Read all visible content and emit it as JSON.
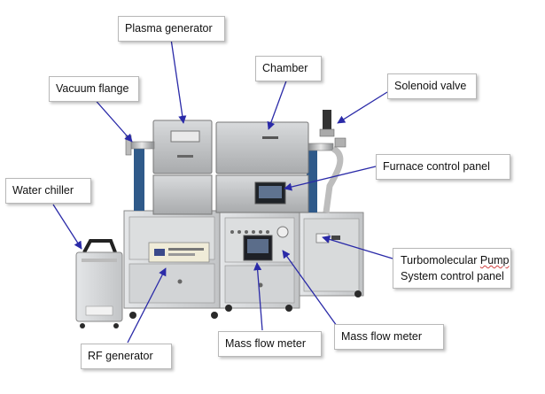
{
  "labels": {
    "plasma_generator": "Plasma generator",
    "chamber": "Chamber",
    "vacuum_flange": "Vacuum flange",
    "solenoid_valve": "Solenoid valve",
    "water_chiller": "Water chiller",
    "furnace_control_panel": "Furnace control panel",
    "turbo_line1_a": "Turbomolecular ",
    "turbo_line1_b": "Pump",
    "turbo_line2": "System control panel",
    "rf_generator": "RF generator",
    "mass_flow_meter_1": "Mass flow  meter",
    "mass_flow_meter_2": "Mass flow meter"
  },
  "colors": {
    "arrow": "#2a2aa8",
    "cabinet": "#d6d8da",
    "furnace": "#c4c6c8",
    "stand_blue": "#2f5a8a"
  }
}
